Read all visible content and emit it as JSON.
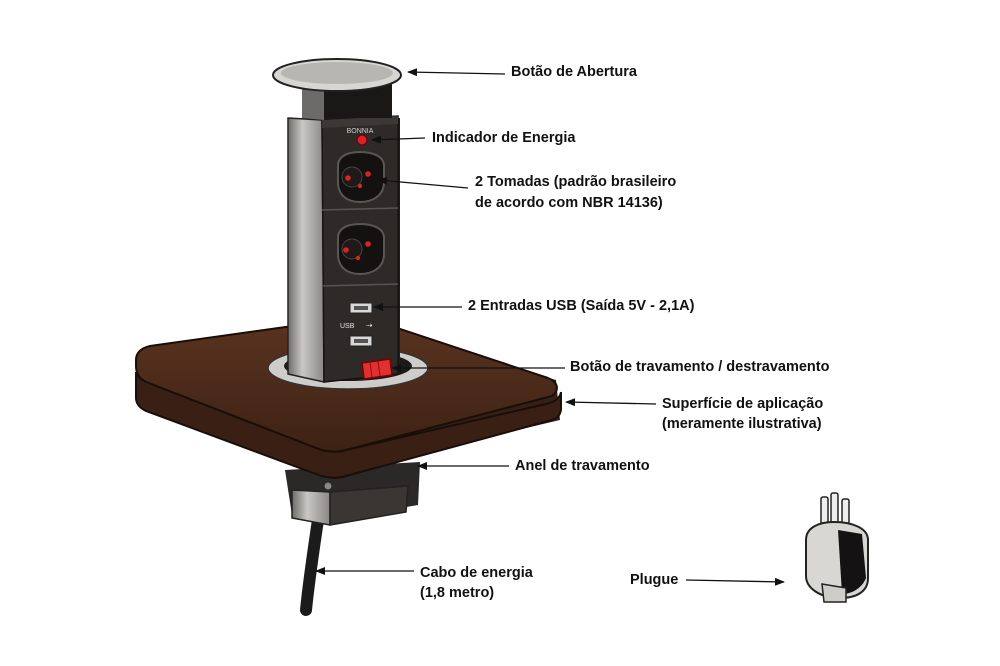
{
  "device": {
    "brand": "BONNIA",
    "usb_label": "USB"
  },
  "callouts": {
    "opening_button": "Botão de Abertura",
    "power_indicator": "Indicador de Energia",
    "sockets_line1": "2 Tomadas (padrão brasileiro",
    "sockets_line2": "de acordo com NBR 14136)",
    "usb_ports": "2 Entradas USB (Saída 5V - 2,1A)",
    "lock_button": "Botão de travamento / destravamento",
    "surface_line1": "Superfície de aplicação",
    "surface_line2": "(meramente ilustrativa)",
    "lock_ring": "Anel de travamento",
    "cable_line1": "Cabo de energia",
    "cable_line2": "(1,8 metro)",
    "plug": "Plugue"
  },
  "colors": {
    "surface": "#4a2a18",
    "column_body": "#2a2624",
    "column_side": "#9a9896",
    "indicator": "#e02020",
    "lock_button": "#e03030"
  }
}
